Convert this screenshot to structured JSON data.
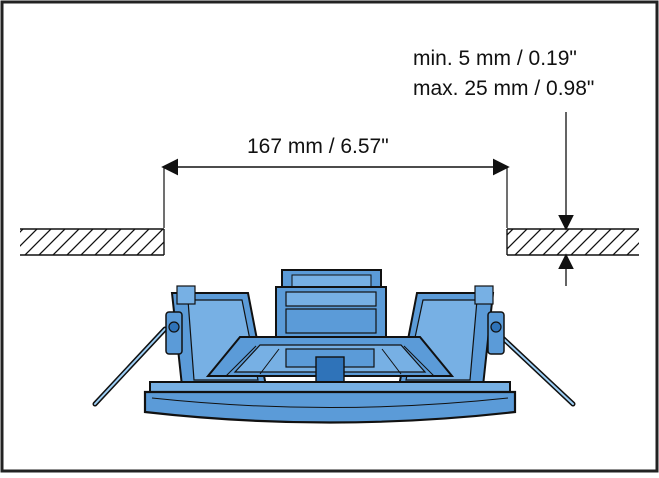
{
  "diagram": {
    "width_label": "167 mm / 6.57\"",
    "thickness_min_label": "min. 5 mm / 0.19\"",
    "thickness_max_label": "max. 25 mm / 0.98\""
  },
  "colors": {
    "stroke": "#111111",
    "speaker_fill": "#5b9bd8",
    "speaker_fill_light": "#77b0e4",
    "speaker_fill_dark": "#2f73b9",
    "frame_border": "#222222"
  }
}
